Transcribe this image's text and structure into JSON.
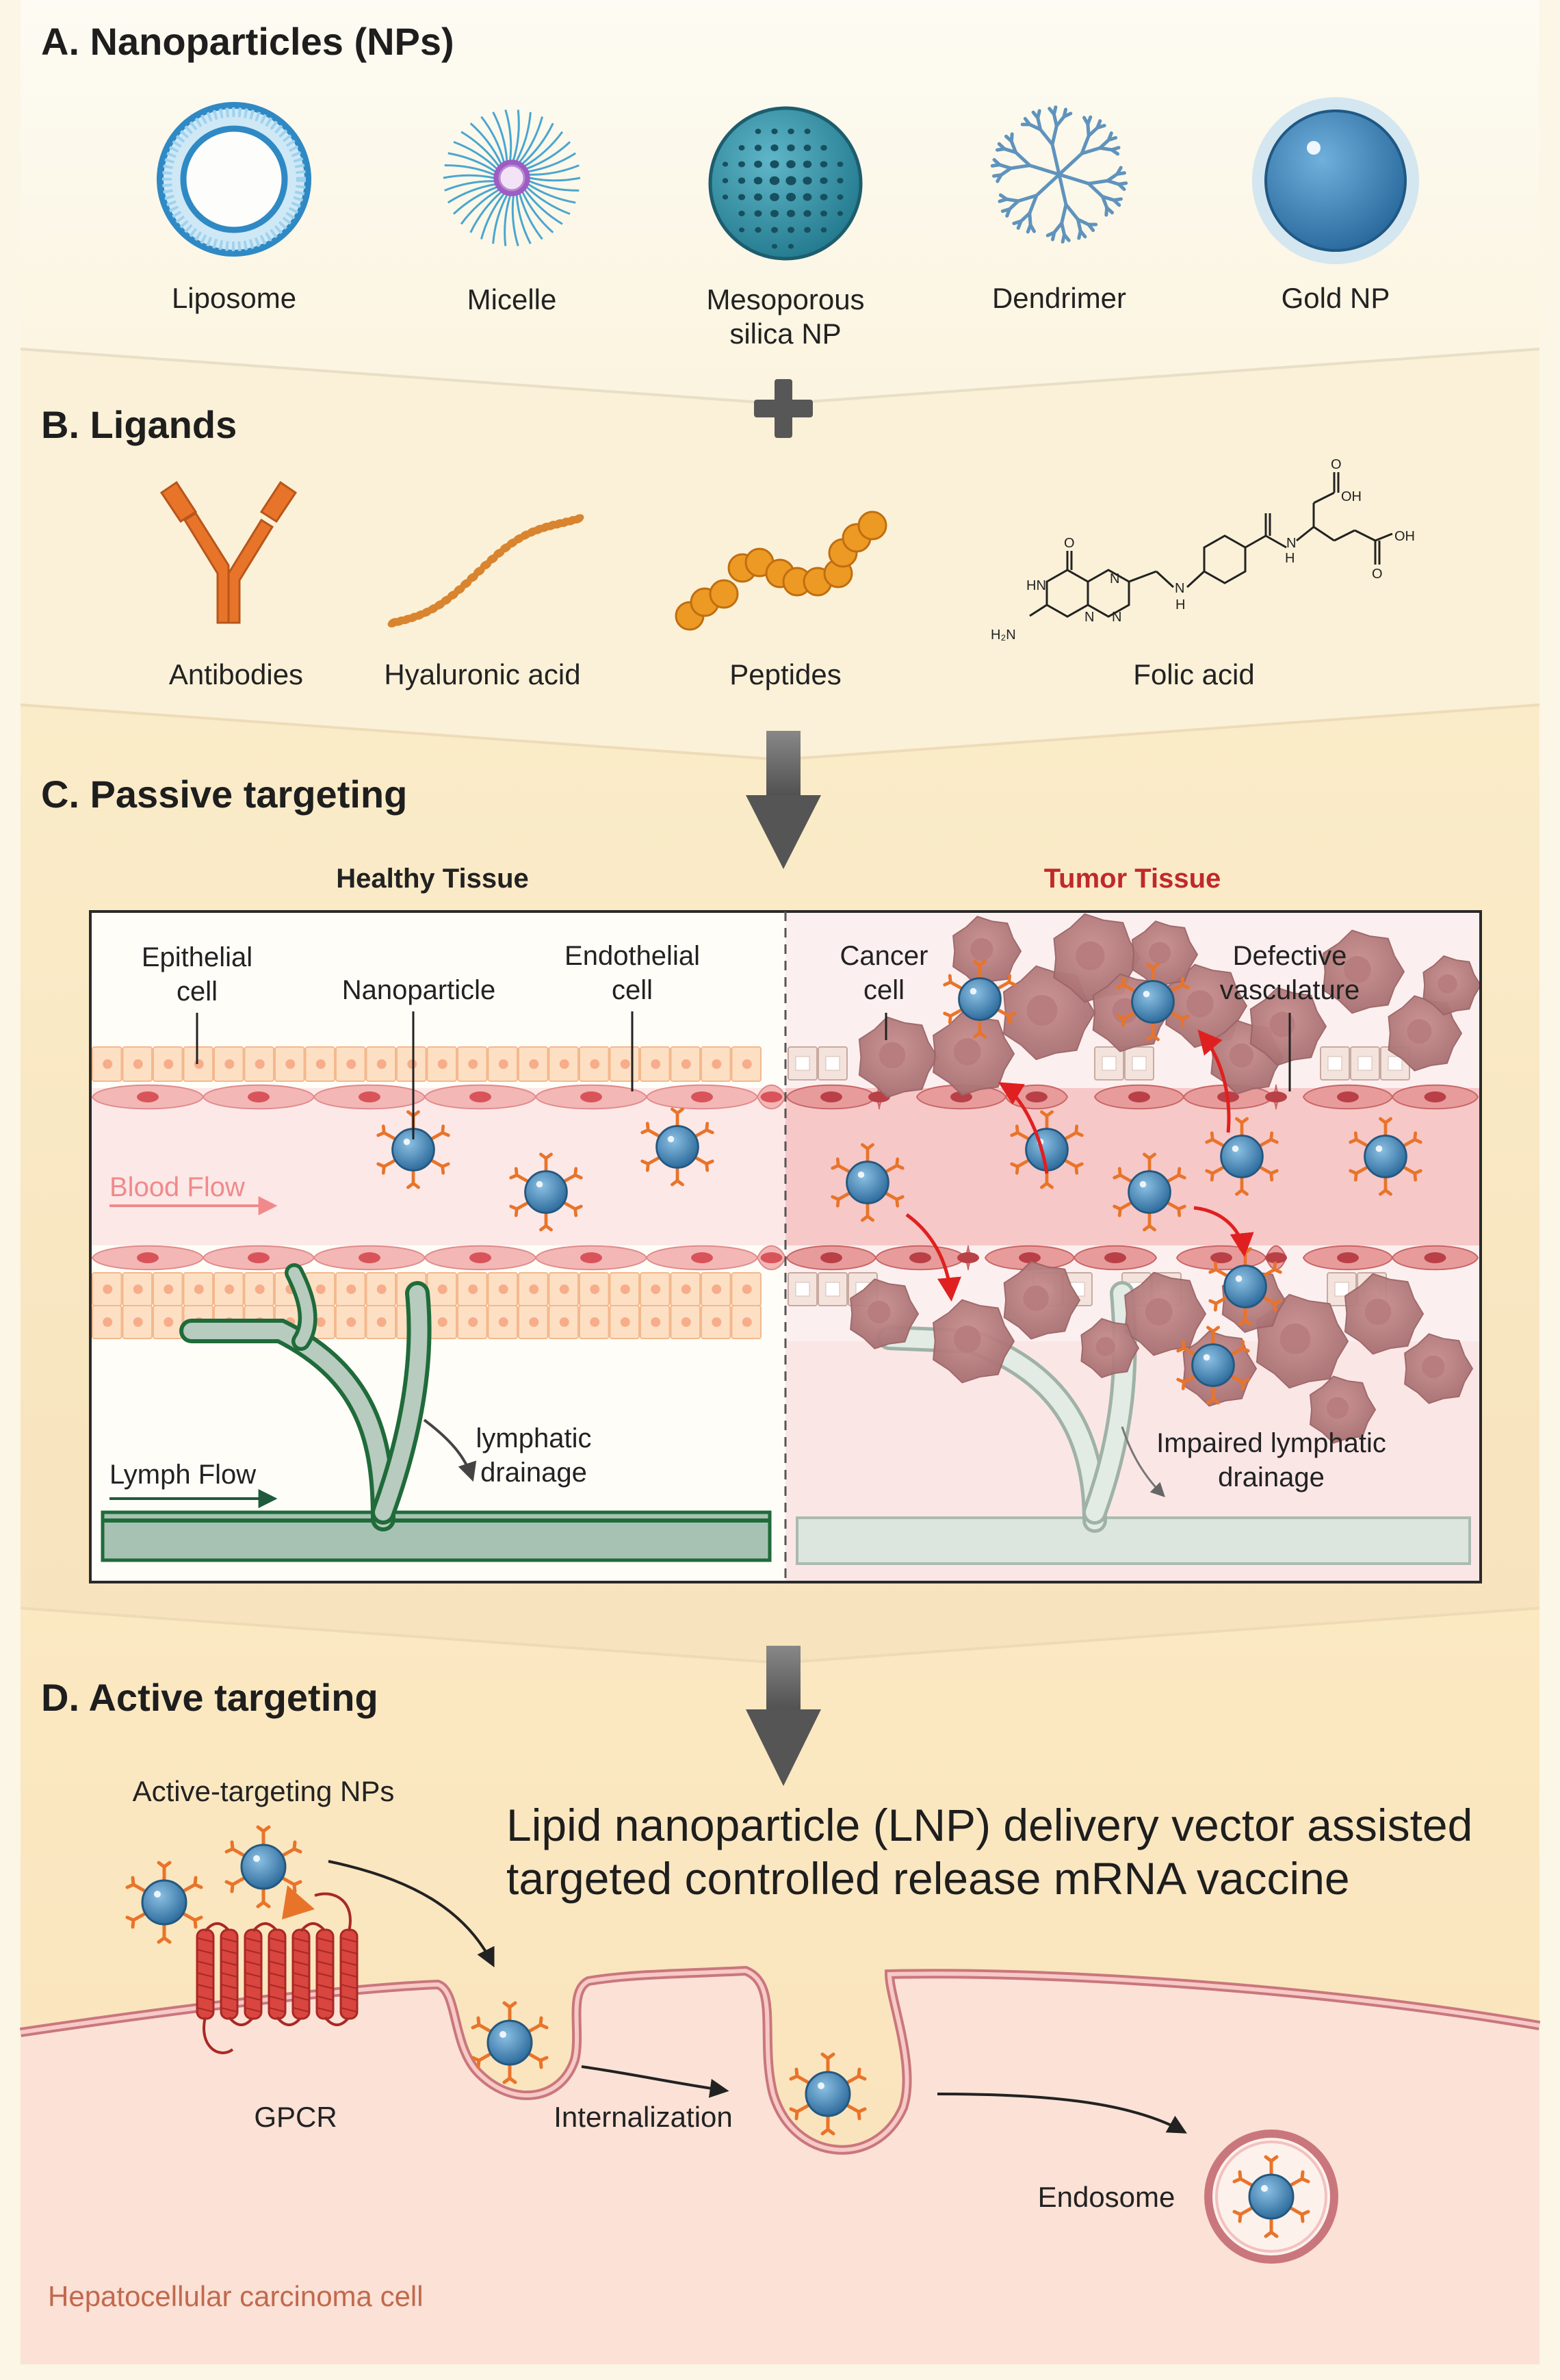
{
  "sections": {
    "a": {
      "title": "A. Nanoparticles (NPs)",
      "items": [
        "Liposome",
        "Micelle",
        "Mesoporous",
        "silica NP",
        "Dendrimer",
        "Gold NP"
      ]
    },
    "b": {
      "title": "B. Ligands",
      "items": [
        "Antibodies",
        "Hyaluronic acid",
        "Peptides",
        "Folic acid"
      ],
      "chem_labels": [
        "OH",
        "OH",
        "O",
        "O",
        "O",
        "H",
        "N",
        "HN",
        "N",
        "N",
        "N",
        "H₂N",
        "N",
        "H"
      ]
    },
    "c": {
      "title": "C. Passive targeting",
      "healthy_title": "Healthy Tissue",
      "tumor_title": "Tumor Tissue",
      "labels": {
        "epithelial_1": "Epithelial",
        "epithelial_2": "cell",
        "nanoparticle": "Nanoparticle",
        "endothelial_1": "Endothelial",
        "endothelial_2": "cell",
        "blood_flow": "Blood Flow",
        "lymph_flow": "Lymph Flow",
        "lymphatic_1": "lymphatic",
        "lymphatic_2": "drainage",
        "cancer_1": "Cancer",
        "cancer_2": "cell",
        "defective_1": "Defective",
        "defective_2": "vasculature",
        "impaired_1": "Impaired lymphatic",
        "impaired_2": "drainage"
      }
    },
    "d": {
      "title": "D. Active targeting",
      "active_nps": "Active-targeting NPs",
      "headline_1": "Lipid nanoparticle (LNP) delivery vector assisted",
      "headline_2": "targeted controlled release mRNA vaccine",
      "gpcr": "GPCR",
      "internalization": "Internalization",
      "endosome": "Endosome",
      "cell_label": "Hepatocellular carcinoma cell"
    }
  },
  "colors": {
    "np_blue": "#3d7fb0",
    "ligand_orange": "#e8742a",
    "tumor_red": "#c0292b",
    "lymph_green": "#1f6b3a",
    "arrow_gray": "#555555",
    "gpcr_red": "#d9453f"
  },
  "icons": [
    "plus-icon",
    "down-arrow-icon",
    "nanoparticle-icon",
    "antibody-icon",
    "gpcr-icon"
  ]
}
